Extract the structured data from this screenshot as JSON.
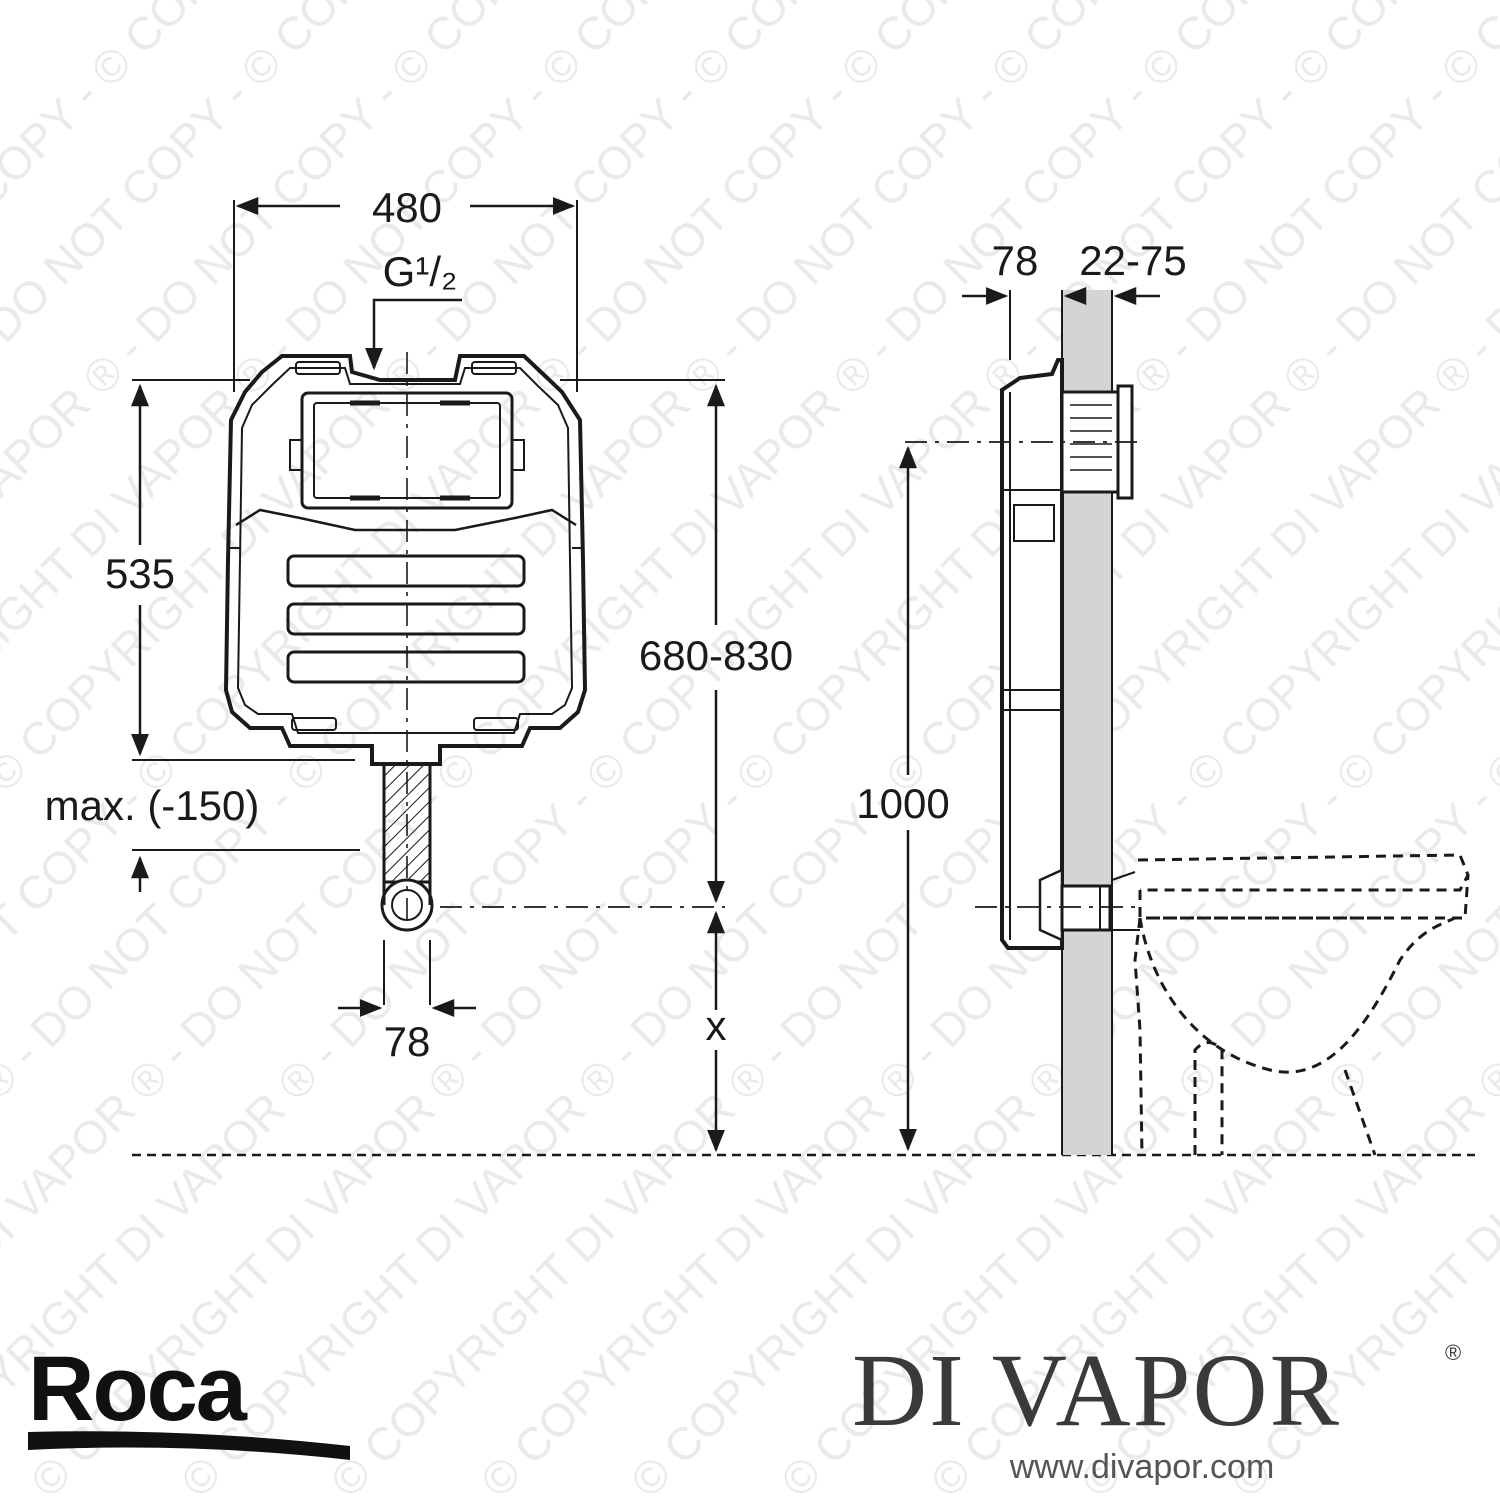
{
  "front_view": {
    "width": "480",
    "inlet": "G¹/₂",
    "height": "535",
    "max_offset": "max. (-150)",
    "outlet_width": "78",
    "range_height": "680-830",
    "x_label": "x"
  },
  "side_view": {
    "depth": "78",
    "wall_range": "22-75",
    "height": "1000"
  },
  "brand": {
    "manufacturer": "Roca",
    "retailer": "DI VAPOR",
    "registered": "®",
    "url": "www.divapor.com"
  },
  "watermark": "© COPYRIGHT DI VAPOR ® - DO NOT COPY -",
  "colors": {
    "line": "#1a1a1a",
    "wall": "#d4d4d4",
    "watermark": "#d9d9d9"
  }
}
